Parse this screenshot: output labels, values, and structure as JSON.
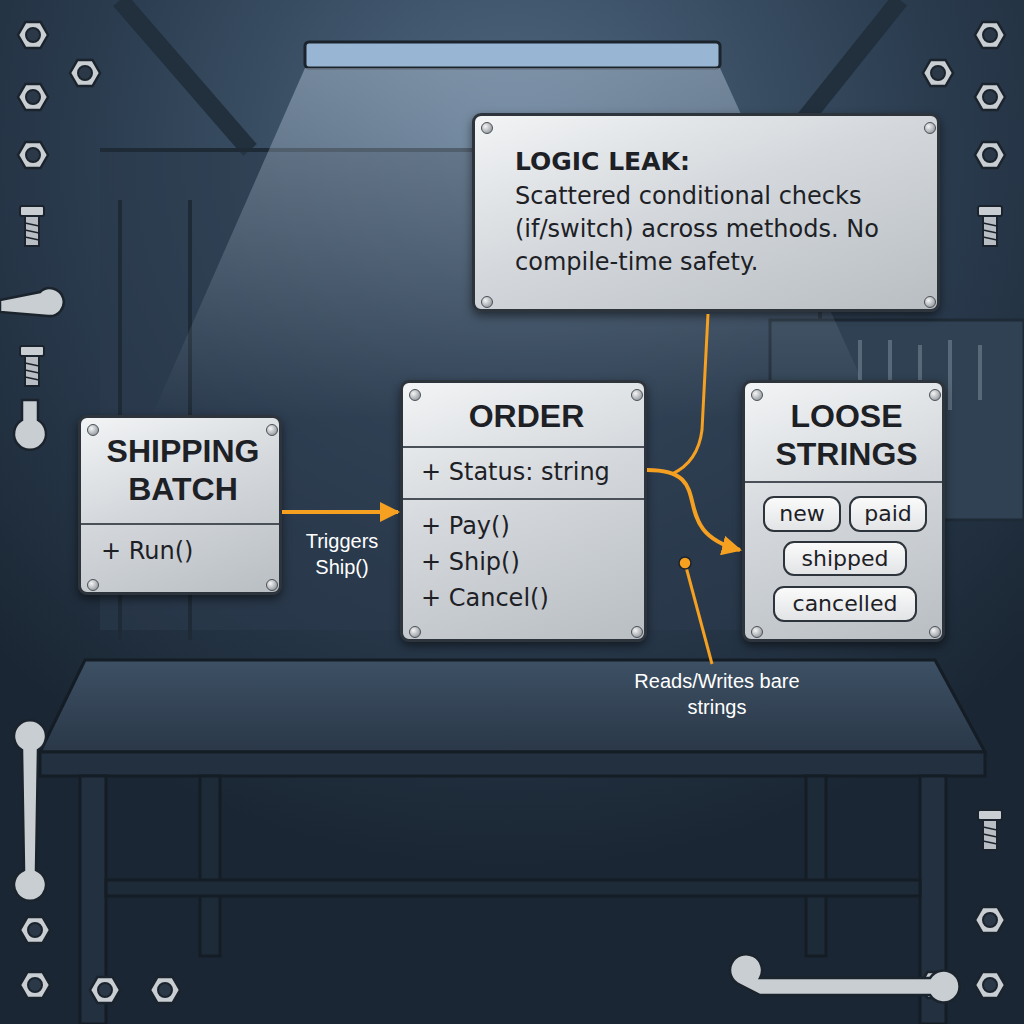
{
  "diagram": {
    "nodes": [
      {
        "text": [
          "SHIPPING BATCH",
          "+ Run()"
        ]
      },
      {
        "text": [
          "ORDER",
          "+ Status: string",
          "+ Pay()",
          "+ Ship()",
          "+ Cancel()"
        ]
      },
      {
        "text": [
          "LOOSE STRINGS"
        ]
      },
      {
        "text": [
          "new"
        ],
        "in": 2
      },
      {
        "text": [
          "paid"
        ],
        "in": 2
      },
      {
        "text": [
          "shipped"
        ],
        "in": 2
      },
      {
        "text": [
          "cancelled"
        ],
        "in": 2
      },
      {
        "text": [
          "LOGIC LEAK:",
          "Scattered conditional checks (if/switch) across methods. No compile-time safety."
        ]
      }
    ],
    "edges": [
      {
        "from": 0,
        "to": 1,
        "label": "Triggers Ship()",
        "arrow": "to"
      },
      {
        "from": 1,
        "to": 2,
        "label": "Reads/Writes bare strings",
        "arrow": "to"
      }
    ]
  }
}
